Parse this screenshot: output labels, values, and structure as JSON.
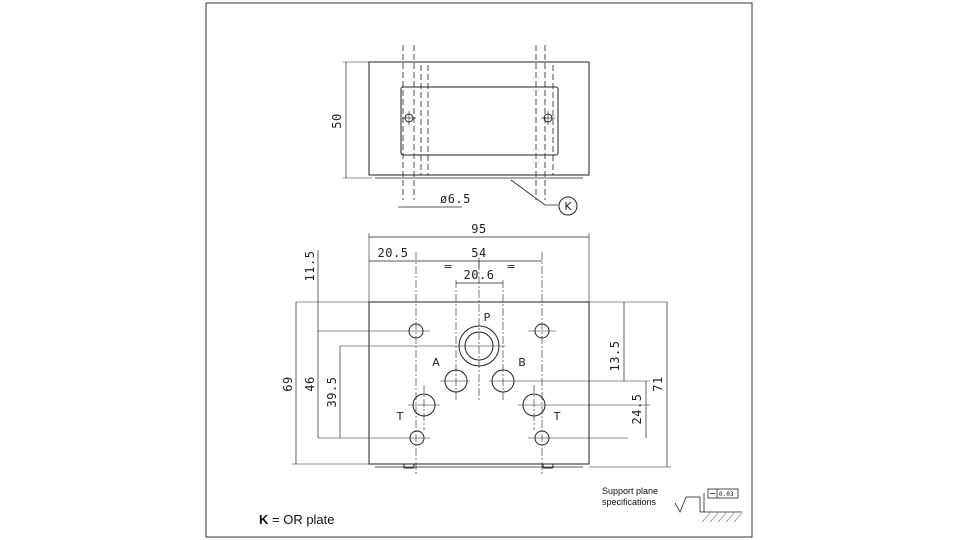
{
  "drawing": {
    "top_view": {
      "height_dim": "50",
      "hole_dim": "ø6.5",
      "callout": "K"
    },
    "front_view": {
      "width_dim": "95",
      "offset_left_dim": "20.5",
      "spacing_dim": "54",
      "center_spacing_dim": "20.6",
      "equal_mark": "=",
      "top_offset_dim": "11.5",
      "dim_69": "69",
      "dim_46": "46",
      "dim_39_5": "39.5",
      "dim_13_5": "13.5",
      "dim_24_5": "24.5",
      "dim_71": "71",
      "port_p": "P",
      "port_a": "A",
      "port_b": "B",
      "port_t_left": "T",
      "port_t_right": "T"
    },
    "legend": {
      "key": "K",
      "text": " = OR plate"
    },
    "support": {
      "line1": "Support plane",
      "line2": "specifications",
      "tolerance": "0.03"
    }
  }
}
